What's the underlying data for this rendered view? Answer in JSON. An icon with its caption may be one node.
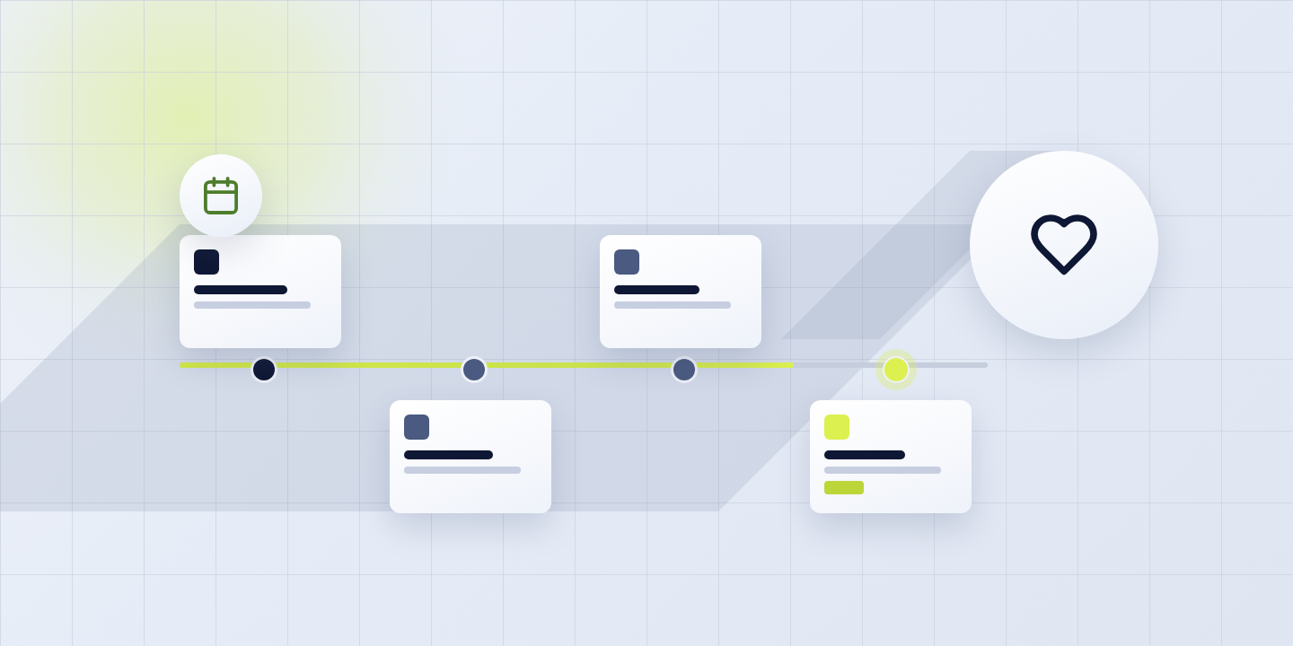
{
  "diagram": {
    "nodes": [
      {
        "text": [],
        "shape": "circle"
      },
      {
        "text": [],
        "shape": "box"
      },
      {
        "text": [],
        "shape": "box"
      },
      {
        "text": [],
        "shape": "box"
      },
      {
        "text": [],
        "shape": "box"
      },
      {
        "text": [],
        "shape": "circle"
      }
    ]
  }
}
